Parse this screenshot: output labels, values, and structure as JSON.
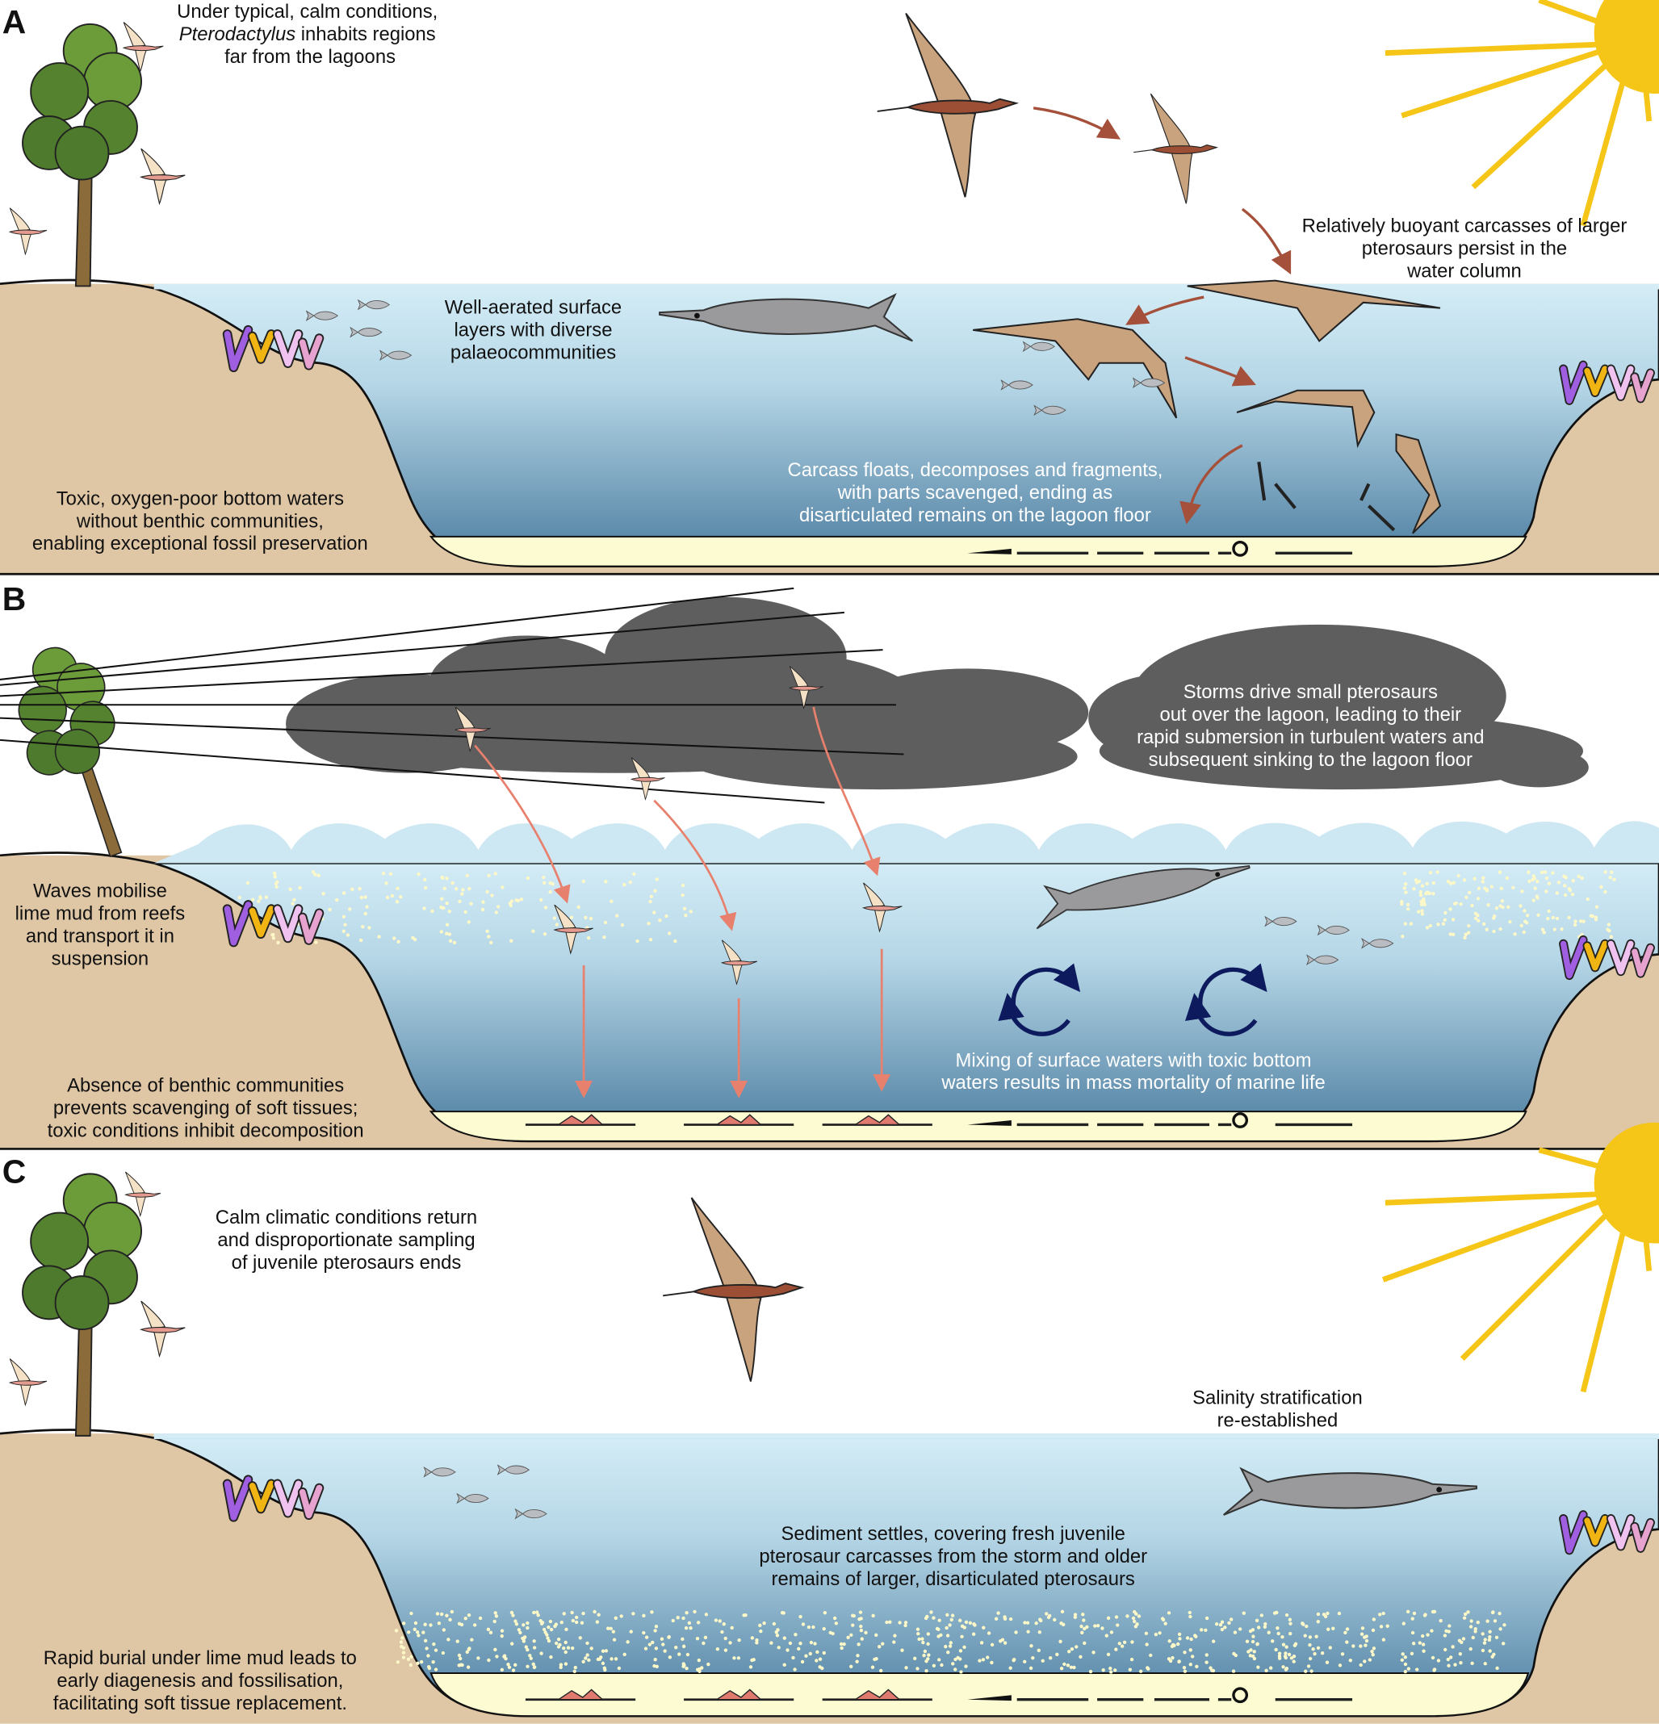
{
  "panel_a": {
    "label": "A",
    "intro": {
      "line1": "Under typical, calm conditions,",
      "line2_italic": "Pterodactylus",
      "line2_rest": " inhabits regions",
      "line3": "far from the lagoons"
    },
    "buoyant": [
      "Relatively buoyant carcasses of larger",
      "pterosaurs persist in the",
      "water column"
    ],
    "aerated": [
      "Well-aerated surface",
      "layers with diverse",
      "palaeocommunities"
    ],
    "toxic": [
      "Toxic, oxygen-poor bottom waters",
      "without benthic communities,",
      "enabling exceptional fossil preservation"
    ],
    "carcass": [
      "Carcass floats, decomposes and fragments,",
      "with parts scavenged, ending as",
      "disarticulated remains on the lagoon floor"
    ]
  },
  "panel_b": {
    "label": "B",
    "storms": [
      "Storms drive small pterosaurs",
      "out over the lagoon, leading to their",
      "rapid submersion in turbulent waters and",
      "subsequent sinking to the lagoon floor"
    ],
    "waves": [
      "Waves mobilise",
      "lime mud from reefs",
      "and transport it in",
      "suspension"
    ],
    "absence": [
      "Absence of benthic communities",
      "prevents scavenging of soft tissues;",
      "toxic conditions inhibit decomposition"
    ],
    "mixing": [
      "Mixing of surface waters with toxic bottom",
      "waters results in mass mortality of marine life"
    ]
  },
  "panel_c": {
    "label": "C",
    "calm": [
      "Calm climatic conditions return",
      "and disproportionate sampling",
      "of juvenile pterosaurs ends"
    ],
    "salinity": [
      "Salinity stratification",
      "re-established"
    ],
    "sediment": [
      "Sediment settles, covering fresh juvenile",
      "pterosaur carcasses from the storm and older",
      "remains of larger, disarticulated pterosaurs"
    ],
    "burial": [
      "Rapid burial under lime mud leads to",
      "early diagenesis and fossilisation,",
      "facilitating soft tissue replacement."
    ]
  }
}
